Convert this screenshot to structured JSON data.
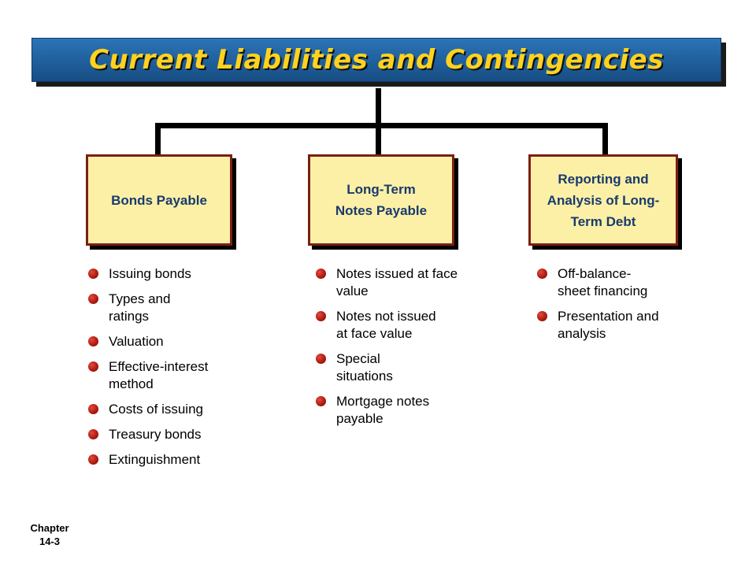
{
  "title": "Current Liabilities and Contingencies",
  "columns": [
    {
      "box_label": "Bonds Payable",
      "items": [
        "Issuing bonds",
        "Types and ratings",
        "Valuation",
        "Effective-interest method",
        "Costs of issuing",
        "Treasury bonds",
        "Extinguishment"
      ]
    },
    {
      "box_label": "Long-Term\nNotes Payable",
      "items": [
        "Notes issued at face value",
        "Notes not issued at face value",
        "Special situations",
        "Mortgage notes payable"
      ]
    },
    {
      "box_label": "Reporting and\nAnalysis of Long-\nTerm Debt",
      "items": [
        "Off-balance-sheet financing",
        "Presentation and analysis"
      ]
    }
  ],
  "footer": {
    "chapter_label": "Chapter",
    "chapter_number": "14-3"
  },
  "colors": {
    "title_bar": "#1f5f9c",
    "title_text": "#ffd21f",
    "box_fill": "#fbf0a6",
    "box_border": "#7a1f16",
    "box_text": "#1a3a6e",
    "bullet": "#b01c12"
  }
}
